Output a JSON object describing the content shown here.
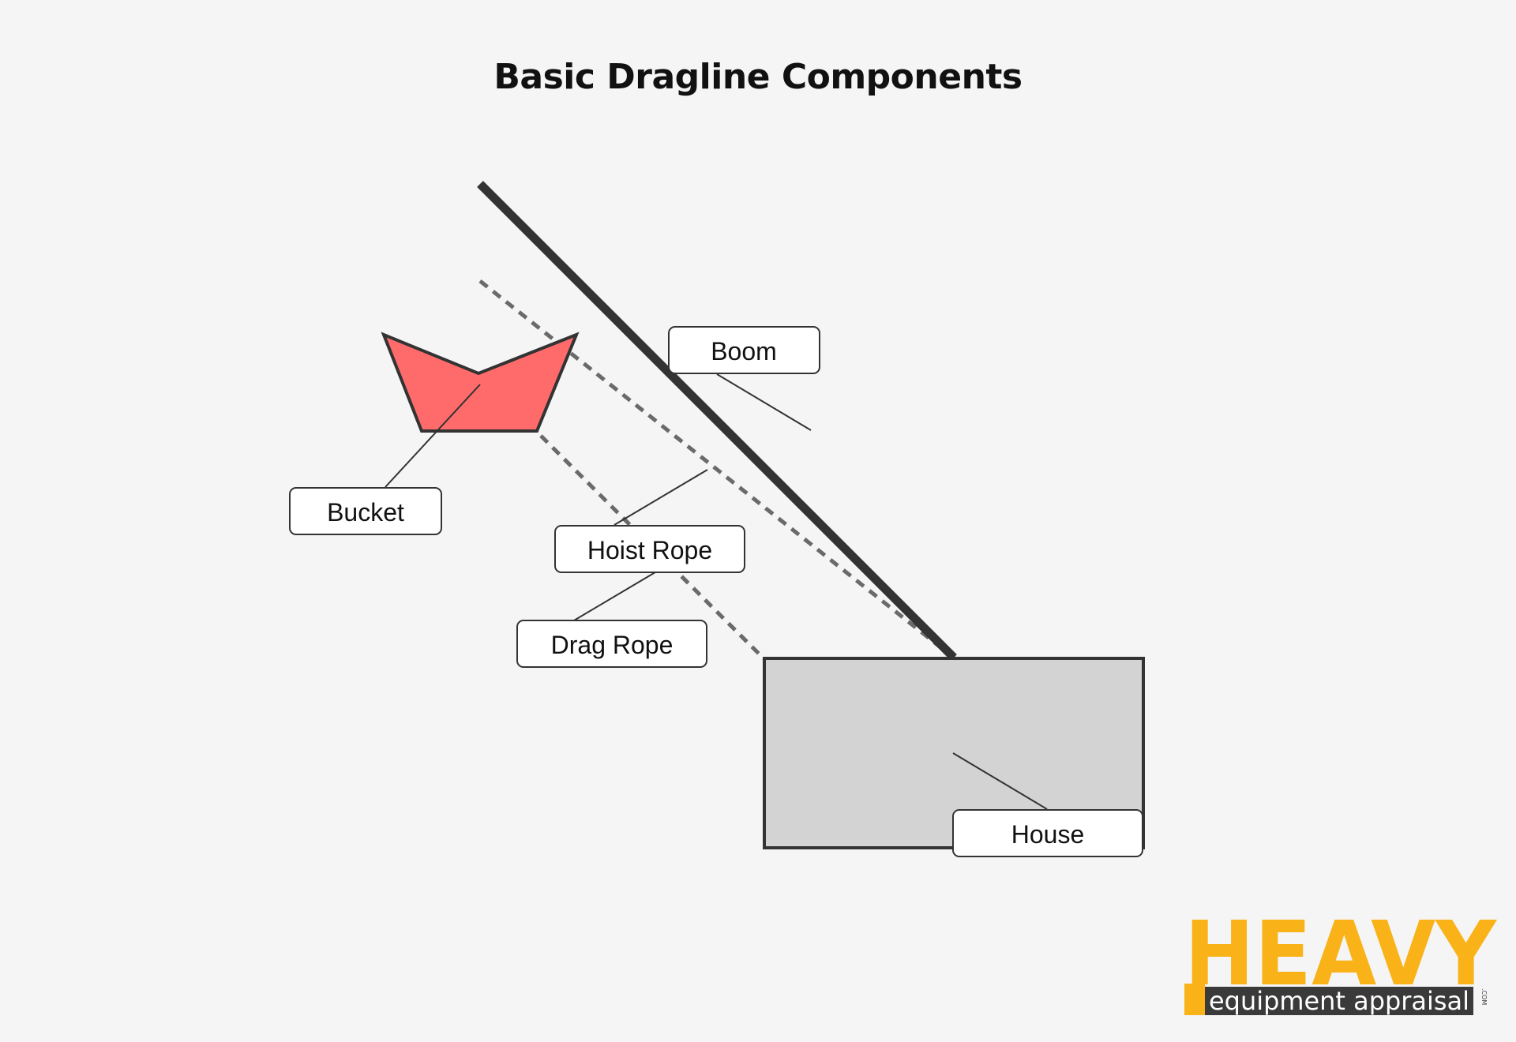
{
  "title": "Basic Dragline Components",
  "labels": {
    "boom": "Boom",
    "bucket": "Bucket",
    "hoist_rope": "Hoist Rope",
    "drag_rope": "Drag Rope",
    "house": "House"
  },
  "logo": {
    "main": "HEAVY",
    "sub": "equipment appraisal",
    "suffix": ".COM"
  },
  "colors": {
    "background": "#f5f5f5",
    "bucket_fill": "#ff6b6b",
    "house_fill": "#d3d3d3",
    "outline": "#333333",
    "logo_yellow": "#f9b319",
    "logo_dark": "#3a3a3a"
  }
}
